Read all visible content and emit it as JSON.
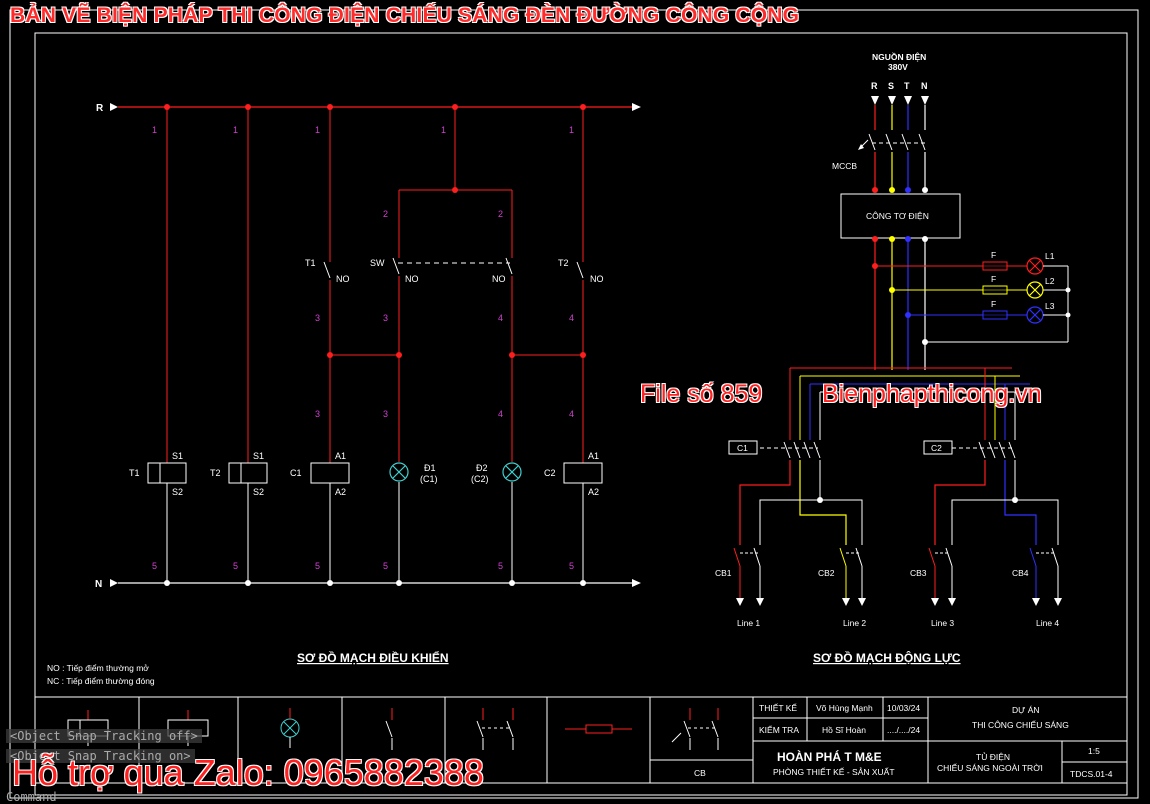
{
  "page_title": "BẢN VẼ BIỆN PHÁP THI CÔNG ĐIỆN CHIẾU SÁNG ĐÈN ĐƯỜNG CÔNG CỘNG",
  "overlay": {
    "file_number": "File số 859",
    "website": "Bienphapthicong.vn",
    "zalo_support": "Hỗ trợ qua Zalo: 0965882388"
  },
  "cad_status": {
    "line1": "<Object Snap Tracking off>",
    "line2": "<Object Snap Tracking on>",
    "command": "Command"
  },
  "colors": {
    "red": "#ff1e1e",
    "yellow": "#ffff00",
    "blue": "#3030ff",
    "white": "#ffffff",
    "magenta": "#d040d0",
    "cyan": "#40d0d0"
  },
  "control": {
    "rail_r": "R",
    "rail_n": "N",
    "wire_1": "1",
    "wire_2": "2",
    "wire_3": "3",
    "wire_4": "4",
    "wire_5": "5",
    "t1": "T1",
    "t2": "T2",
    "c1": "C1",
    "c2": "C2",
    "sw": "SW",
    "no": "NO",
    "s1": "S1",
    "s2": "S2",
    "a1": "A1",
    "a2": "A2",
    "d1": "Đ1",
    "d1_sub": "(C1)",
    "d2": "Đ2",
    "d2_sub": "(C2)",
    "section_title": "SƠ ĐỒ MẠCH ĐIỀU KHIỂN",
    "legend_no": "NO : Tiếp điểm thường mở",
    "legend_nc": "NC : Tiếp điểm thường đóng"
  },
  "power": {
    "source_label": "NGUỒN ĐIỆN",
    "voltage": "380V",
    "phase_r": "R",
    "phase_s": "S",
    "phase_t": "T",
    "phase_n": "N",
    "mccb": "MCCB",
    "meter": "CÔNG TƠ ĐIỆN",
    "fuse": "F",
    "lamp_1": "L1",
    "lamp_2": "L2",
    "lamp_3": "L3",
    "c1": "C1",
    "c2": "C2",
    "cb1": "CB1",
    "cb2": "CB2",
    "cb3": "CB3",
    "cb4": "CB4",
    "line_1": "Line 1",
    "line_2": "Line 2",
    "line_3": "Line 3",
    "line_4": "Line 4",
    "section_title": "SƠ ĐỒ MẠCH ĐỘNG LỰC"
  },
  "title_block": {
    "cb_label": "CB",
    "design_label": "THIẾT KẾ",
    "designer": "Võ Hùng Mạnh",
    "design_date": "10/03/24",
    "check_label": "KIỂM TRA",
    "checker": "Hồ Sĩ Hoàn",
    "check_date": "..../..../24",
    "project_label": "DỰ ÁN",
    "project_name": "THI CÔNG CHIẾU SÁNG",
    "company": "HOÀN PHÁ T M&E",
    "department": "PHÒNG THIẾT KẾ - SẢN XUẤT",
    "drawing_line1": "TỦ ĐIỆN",
    "drawing_line2": "CHIẾU SÁNG NGOÀI TRỜI",
    "scale": "1:5",
    "drawing_no": "TDCS.01-4"
  }
}
